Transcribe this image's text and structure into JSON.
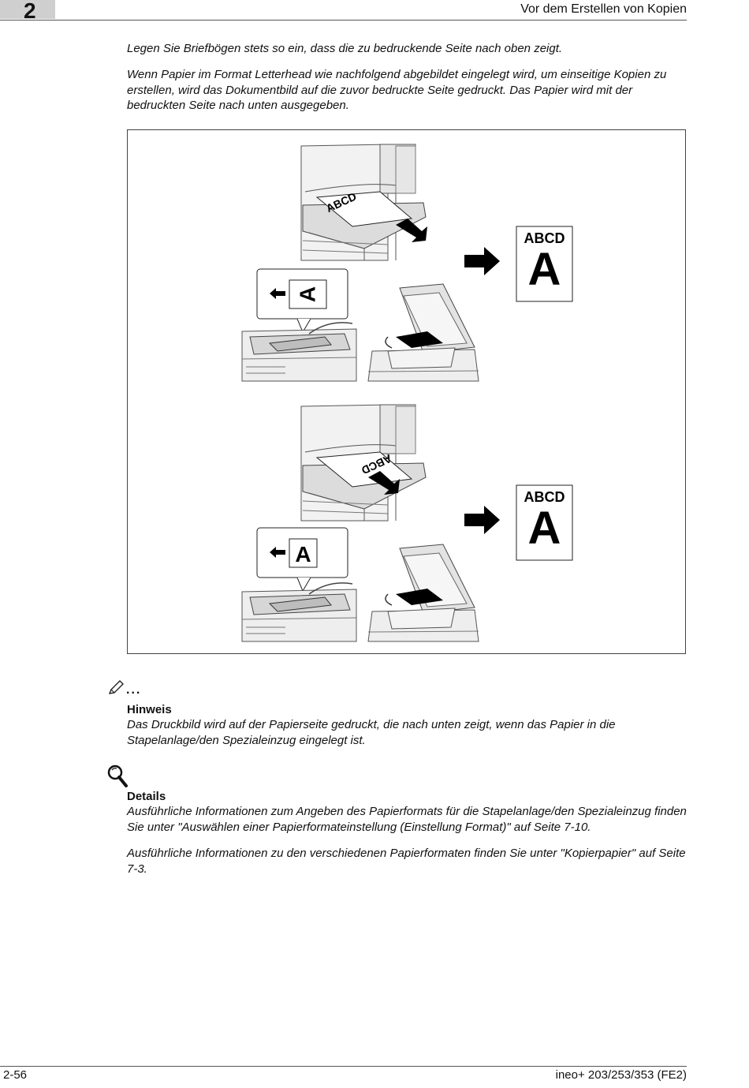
{
  "header": {
    "chapter_number": "2",
    "title": "Vor dem Erstellen von Kopien"
  },
  "intro": {
    "paragraph_1": "Legen Sie Briefbögen stets so ein, dass die zu bedruckende Seite nach oben zeigt.",
    "paragraph_2": "Wenn Papier im Format Letterhead wie nachfolgend abgebildet eingelegt wird, um einseitige Kopien zu erstellen, wird das Dokumentbild auf die zuvor bedruckte Seite gedruckt. Das Papier wird mit der bedruckten Seite nach unten ausgegeben."
  },
  "figure": {
    "paper_text": "ABCD",
    "original_letter": "A",
    "result_heading": "ABCD",
    "result_letter": "A"
  },
  "note": {
    "icon": "pencil-icon",
    "dots": "...",
    "heading": "Hinweis",
    "text": "Das Druckbild wird auf der Papierseite gedruckt, die nach unten zeigt, wenn das Papier in die Stapelanlage/den Spezialeinzug eingelegt ist."
  },
  "details": {
    "icon": "magnifier-icon",
    "heading": "Details",
    "text_1": "Ausführliche Informationen zum Angeben des Papierformats für die Stapelanlage/den Spezialeinzug finden Sie unter \"Auswählen einer Papierformateinstellung (Einstellung Format)\" auf Seite 7-10.",
    "text_2": "Ausführliche Informationen zu den verschiedenen Papierformaten finden Sie unter \"Kopierpapier\" auf Seite 7-3."
  },
  "footer": {
    "page_number": "2-56",
    "product": "ineo+ 203/253/353 (FE2)"
  }
}
